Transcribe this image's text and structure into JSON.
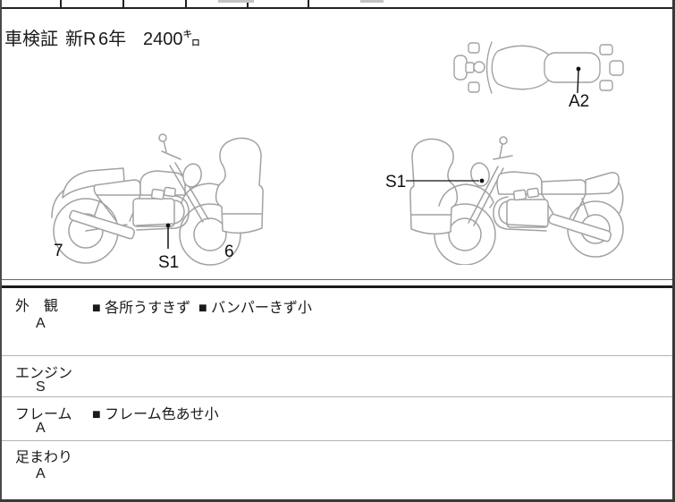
{
  "document": {
    "type_note": "motorcycle auction inspection sheet (scanned)"
  },
  "info_line": {
    "label": "車検証",
    "registration": "新R",
    "year": "6年",
    "distance": "2400㌔"
  },
  "diagram": {
    "top_view_label": "A2",
    "left_label_rear": "7",
    "left_label_engine": "S1",
    "left_label_front": "6",
    "right_label_front": "S1"
  },
  "condition": {
    "rows": [
      {
        "label": "外　観",
        "grade": "A",
        "comment": "■ 各所うすきず  ■ バンパーきず小"
      },
      {
        "label": "エンジン",
        "grade": "S",
        "comment": ""
      },
      {
        "label": "フレーム",
        "grade": "A",
        "comment": "■ フレーム色あせ小"
      },
      {
        "label": "足まわり",
        "grade": "A",
        "comment": ""
      }
    ]
  },
  "colors": {
    "line_art": "#a2a2a2",
    "text": "#1a1a1a",
    "border_dark": "#222222",
    "row_divider": "#b3b3b3"
  }
}
